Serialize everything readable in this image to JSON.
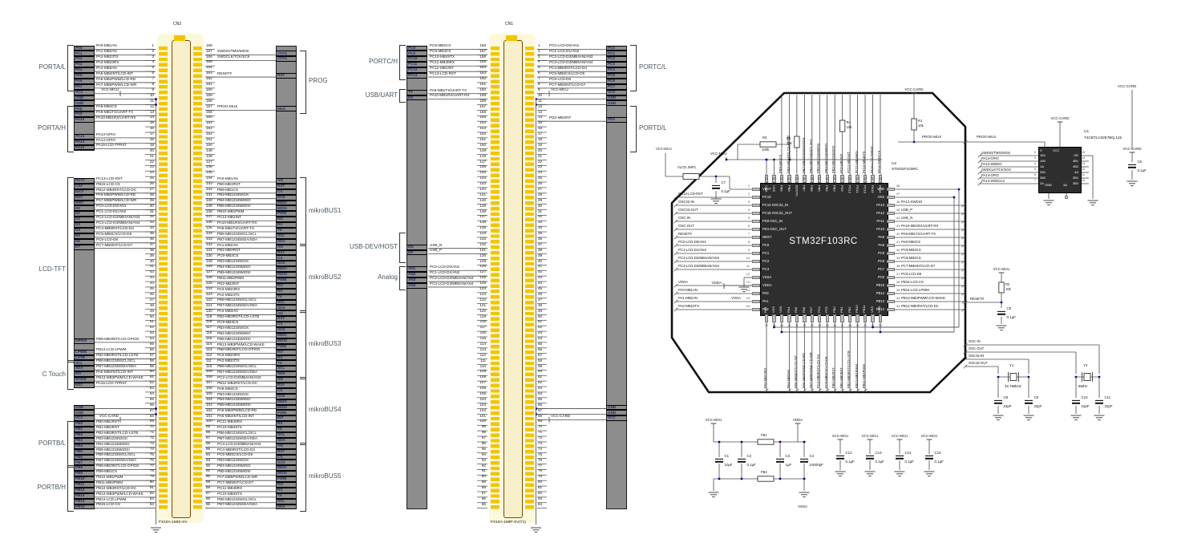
{
  "nets": {
    "vcc_mcu": "VCC-MCU",
    "vcc_card": "VCC-CARD",
    "vdda": "VDDA",
    "vssa": "VSSA",
    "reset": "RESET#",
    "prog_mux": "PROG-MUX",
    "osc_in": "OSC-IN",
    "osc_out": "OSC-OUT",
    "osc32_in": "OSC32-IN",
    "osc32_out": "OSC32-OUT",
    "usb_n": "USB_N",
    "usb_p": "USB_P",
    "vlcd_jumper": "VLCD JMP1"
  },
  "colors": {
    "pad": "#f3c402",
    "connector_body": "#f7f0cb",
    "connector_glow": "#fcf8dc",
    "connector_border": "#7a4a00",
    "strip": "#8d8d8d",
    "cell_text": "#1b2a68",
    "group_text": "#46555e",
    "wire": "#4a4a4a",
    "chip": "#2e2e2e",
    "junction": "#00008b",
    "pin_name_text": "#ffffff"
  },
  "cn2": {
    "name": "CN2",
    "part": "FX10A-168S-SV",
    "left_groups": [
      [
        "PORTA/L",
        1,
        8
      ],
      [
        "PORTA/H",
        12,
        19
      ],
      [
        "LCD-TFT",
        25,
        57
      ],
      [
        "C Touch",
        58,
        62
      ],
      [
        "PORTB/L",
        69,
        76
      ],
      [
        "PORTB/H",
        77,
        84
      ]
    ],
    "right_groups": [
      [
        "PROG",
        2,
        12
      ],
      [
        "mikroBUS1",
        25,
        36
      ],
      [
        "mikroBUS2",
        37,
        48
      ],
      [
        "mikroBUS3",
        49,
        60
      ],
      [
        "mikroBUS4",
        61,
        72
      ],
      [
        "mikroBUS5",
        73,
        84
      ]
    ],
    "left_blocks": [
      [
        1,
        19
      ],
      [
        25,
        62
      ],
      [
        66,
        84
      ]
    ],
    "right_blocks": [
      [
        1,
        84
      ]
    ],
    "taps": [
      {
        "row": 9,
        "label": "VCC-MCU"
      },
      {
        "row": 68,
        "label": "VCC-CARD"
      }
    ],
    "left": [
      [
        1,
        "PA0",
        "PA0-MB1AN"
      ],
      [
        2,
        "PA1",
        "PA1-MB2AN"
      ],
      [
        3,
        "PA2",
        "PA2-MB23TX"
      ],
      [
        4,
        "PA3",
        "PA3-MB23RX"
      ],
      [
        5,
        "PA4",
        "PA4-MB3AN"
      ],
      [
        6,
        "PA5",
        "PA5-MB4INT/LCD-INT"
      ],
      [
        7,
        "PA6",
        "PA6-MB4PWM/LCD-RD"
      ],
      [
        8,
        "PA7",
        "PA7-MB5PWM/LCD-WR"
      ],
      [
        9,
        "VCC",
        ""
      ],
      [
        10,
        "GND",
        ""
      ],
      [
        11,
        "GND",
        ""
      ],
      [
        12,
        "PA8",
        "PA8-MB4CS"
      ],
      [
        13,
        "PA9",
        "PA9-MB1TX/UART-TX"
      ],
      [
        14,
        "PA10",
        "PA10-MB1RX/UART-RX"
      ],
      [
        17,
        "PA13",
        "PA13-GPIO"
      ],
      [
        18,
        "PA14",
        "PA14-GPIO"
      ],
      [
        19,
        "PA15",
        "PA15-LCD-TPRST"
      ],
      [
        25,
        "RST#",
        "PC13-LCD-RST"
      ],
      [
        26,
        "CS#",
        "PB15-LCD-CS"
      ],
      [
        27,
        "D/C#",
        "PB12-MB4RST/LCD-DC"
      ],
      [
        28,
        "RD#",
        "PA6-MB4PWM/LCD-RD"
      ],
      [
        29,
        "WR#",
        "PA7-MB5PWM/LCD-WR"
      ],
      [
        30,
        "D0",
        "PC0-LCD-D0/AN1"
      ],
      [
        31,
        "D1",
        "PC1-LCD-D1/AN2"
      ],
      [
        32,
        "D2",
        "PC2-LCD-D2/MB4AN/AN3"
      ],
      [
        33,
        "D3",
        "PC3-LCD-D3/MB5AN/AN4"
      ],
      [
        34,
        "D4",
        "PC4-MB5RST/LCD-D4"
      ],
      [
        35,
        "D5",
        "PC5-MB5CS/LCD-D5"
      ],
      [
        36,
        "D6",
        "PC6-LCD-D6"
      ],
      [
        37,
        "D7",
        "PC7-MB5INT/LCD-D7"
      ],
      [
        54,
        "GPIO0",
        "PB8-MB3INT/LCD-GPIO0"
      ],
      [
        56,
        "LPWM",
        "PB14-LCD-LPWM"
      ],
      [
        57,
        "LSTB",
        "PB2-MB3RST/LCD-LSTB"
      ],
      [
        58,
        "SCL",
        "PB6-MB12345SCL/SCL"
      ],
      [
        59,
        "SDA",
        "PB7-MB12345SDA/SDA"
      ],
      [
        60,
        "INT",
        "PA5-MB4INT/LCD-INT"
      ],
      [
        61,
        "WAKE",
        "PB13-MB3PWM/LCD-WAKE"
      ],
      [
        62,
        "RST",
        "PA15-LCD-TPRST"
      ],
      [
        66,
        "GND",
        ""
      ],
      [
        67,
        "GND",
        ""
      ],
      [
        68,
        "VCC",
        ""
      ],
      [
        69,
        "PB0",
        "PB0-MB1RST"
      ],
      [
        70,
        "PB1",
        "PB1-MB2RST"
      ],
      [
        71,
        "PB2",
        "PB2-MB3RST/LCD-LSTB"
      ],
      [
        72,
        "PB3",
        "PB3-MB12345SCK"
      ],
      [
        73,
        "PB4",
        "PB4-MB12345MISO"
      ],
      [
        74,
        "PB5",
        "PB5-MB12345MOSI"
      ],
      [
        75,
        "PB6",
        "PB6-MB12345SCL/SCL"
      ],
      [
        76,
        "PB7",
        "PB7-MB12345SDA/SDA"
      ],
      [
        77,
        "PB8",
        "PB8-MB3INT/LCD-GPIO0"
      ],
      [
        78,
        "PB9",
        "PB9-MB1CS"
      ],
      [
        79,
        "PB10",
        "PB10-MB1PWM"
      ],
      [
        80,
        "PB11",
        "PB11-MB2PWM"
      ],
      [
        81,
        "PB12",
        "PB12-MB4RST/LCD-DC"
      ],
      [
        82,
        "PB13",
        "PB13-MB3PWM/LCD-WAKE"
      ],
      [
        83,
        "PB14",
        "PB14-LCD-LPWM"
      ],
      [
        84,
        "PB15",
        "PB15-LCD-CS"
      ]
    ],
    "right": [
      [
        167,
        "SWDIO/TMS/MOSI",
        "JTAG"
      ],
      [
        166,
        "SWDCLK/TCK/SCK",
        "JTAG"
      ],
      [
        163,
        "RESET#",
        "RST"
      ],
      [
        157,
        "PROG-MUX",
        "MUX"
      ],
      [
        144,
        "PA0-MB1AN",
        "AN"
      ],
      [
        143,
        "PB0-MB1RST",
        "RST"
      ],
      [
        142,
        "PB9-MB1CS",
        "CS"
      ],
      [
        141,
        "PB3-MB12345SCK",
        "SCK"
      ],
      [
        140,
        "PB4-MB12345MISO",
        "MISO"
      ],
      [
        139,
        "PB5-MB12345MOSI",
        "MOSI"
      ],
      [
        138,
        "PB10-MB1PWM",
        "PWM"
      ],
      [
        137,
        "PC12-MB1INT",
        "INT"
      ],
      [
        136,
        "PA10-MB1RX/UART-RX",
        "RX"
      ],
      [
        135,
        "PA9-MB1TX/UART-TX",
        "TX"
      ],
      [
        134,
        "PB6-MB12345SCL/SCL",
        "SCL"
      ],
      [
        133,
        "PB7-MB12345SDA/SDA",
        "SDA"
      ],
      [
        132,
        "PA1-MB2AN",
        "AN"
      ],
      [
        131,
        "PB1-MB2RST",
        "RST"
      ],
      [
        130,
        "PC8-MB2CS",
        "CS"
      ],
      [
        129,
        "PB3-MB12345SCK",
        "SCK"
      ],
      [
        128,
        "PB4-MB12345MISO",
        "MISO"
      ],
      [
        127,
        "PB5-MB12345MOSI",
        "MOSI"
      ],
      [
        126,
        "PB11-MB2PWM",
        "PWM"
      ],
      [
        125,
        "PD2-MB2INT",
        "INT"
      ],
      [
        124,
        "PA3-MB23RX",
        "RX"
      ],
      [
        123,
        "PA2-MB23TX",
        "TX"
      ],
      [
        122,
        "PB6-MB12345SCL/SCL",
        "SCL"
      ],
      [
        121,
        "PB7-MB12345SDA/SDA",
        "SDA"
      ],
      [
        120,
        "PA4-MB3AN",
        "AN"
      ],
      [
        119,
        "PB2-MB3RST/LCD-LSTB",
        "RST"
      ],
      [
        118,
        "PC9-MB3CS",
        "CS"
      ],
      [
        117,
        "PB3-MB12345SCK",
        "SCK"
      ],
      [
        116,
        "PB4-MB12345MISO",
        "MISO"
      ],
      [
        115,
        "PB5-MB12345MOSI",
        "MOSI"
      ],
      [
        114,
        "PB13-MB3PWM/LCD-WAKE",
        "PWM"
      ],
      [
        113,
        "PB8-MB3INT/LCD-GPIO0",
        "INT"
      ],
      [
        112,
        "PA3-MB23RX",
        "RX"
      ],
      [
        111,
        "PA2-MB23TX",
        "TX"
      ],
      [
        110,
        "PB6-MB12345SCL/SCL",
        "SCL"
      ],
      [
        109,
        "PB7-MB12345SDA/SDA",
        "SDA"
      ],
      [
        108,
        "PC2-LCD-D2/MB4AN/AN3",
        "AN"
      ],
      [
        107,
        "PB12-MB4RST/LCD-DC",
        "RST"
      ],
      [
        106,
        "PA8-MB4CS",
        "CS"
      ],
      [
        105,
        "PB3-MB12345SCK",
        "SCK"
      ],
      [
        104,
        "PB4-MB12345MISO",
        "MISO"
      ],
      [
        103,
        "PB5-MB12345MOSI",
        "MOSI"
      ],
      [
        102,
        "PA6-MB4PWM/LCD-RD",
        "PWM"
      ],
      [
        101,
        "PA5-MB4INT/LCD-INT",
        "INT"
      ],
      [
        100,
        "PC11-MB45RX",
        "RX"
      ],
      [
        99,
        "PC10-MB45TX",
        "TX"
      ],
      [
        98,
        "PB6-MB12345SCL/SCL",
        "SCL"
      ],
      [
        97,
        "PB7-MB12345SDA/SDA",
        "SDA"
      ],
      [
        96,
        "PC3-LCD-D3/MB5AN/AN4",
        "AN"
      ],
      [
        95,
        "PC4-MB5RST/LCD-D4",
        "RST"
      ],
      [
        94,
        "PC5-MB5CS/LCD-D5",
        "CS"
      ],
      [
        93,
        "PB3-MB12345SCK",
        "SCK"
      ],
      [
        92,
        "PB4-MB12345MISO",
        "MISO"
      ],
      [
        91,
        "PB5-MB12345MOSI",
        "MOSI"
      ],
      [
        90,
        "PA7-MB5PWM/LCD-WR",
        "PWM"
      ],
      [
        89,
        "PC7-MB5INT/LCD-D7",
        "INT"
      ],
      [
        88,
        "PC11-MB45RX",
        "RX"
      ],
      [
        87,
        "PC10-MB45TX",
        "TX"
      ],
      [
        86,
        "PB6-MB12345SCL/SCL",
        "SCL"
      ],
      [
        85,
        "PB7-MB12345SDA/SDA",
        "SDA"
      ]
    ]
  },
  "cn1": {
    "name": "CN1",
    "part": "FX10A-168P-SV(71)",
    "left_groups": [
      [
        "PORTC/H",
        1,
        6
      ],
      [
        "USB/UART",
        9,
        10
      ],
      [
        "USB-DEV/HOST",
        35,
        39
      ],
      [
        "Analog",
        41,
        44
      ]
    ],
    "right_groups": [
      [
        "PORTC/L",
        1,
        8
      ],
      [
        "PORTD/L",
        12,
        19
      ]
    ],
    "left_blocks": [
      [
        1,
        84
      ]
    ],
    "right_blocks": [
      [
        1,
        84
      ]
    ],
    "taps": [
      {
        "row": 9,
        "label": "VCC-MCU"
      },
      {
        "row": 68,
        "label": "VCC-CARD"
      }
    ],
    "left": [
      [
        168,
        "PC8",
        "PC8-MB2CS"
      ],
      [
        167,
        "PC9",
        "PC9-MB3CS"
      ],
      [
        166,
        "PC10",
        "PC10-MB45TX"
      ],
      [
        165,
        "PC11",
        "PC11-MB45RX"
      ],
      [
        164,
        "PC12",
        "PC12-MB1INT"
      ],
      [
        163,
        "PC13",
        "PC13-LCD-RST"
      ],
      [
        160,
        "TX",
        "PA9-MB1TX/UART-TX"
      ],
      [
        159,
        "RX",
        "PA10-MB1RX/UART-RX"
      ],
      [
        132,
        "DN",
        "USB_N"
      ],
      [
        131,
        "DP",
        "USB_P"
      ],
      [
        128,
        "AN1",
        "PC0-LCD-D0/AN1"
      ],
      [
        127,
        "AN2",
        "PC1-LCD-D1/AN2"
      ],
      [
        126,
        "AN3",
        "PC2-LCD-D2/MB4AN/AN3"
      ],
      [
        125,
        "AN4",
        "PC3-LCD-D3/MB5AN/AN4"
      ]
    ],
    "right": [
      [
        1,
        "PC0-LCD-D0/AN1",
        "PC0"
      ],
      [
        2,
        "PC1-LCD-D1/AN2",
        "PC1"
      ],
      [
        3,
        "PC2-LCD-D2/MB4AN/AN3",
        "PC2"
      ],
      [
        4,
        "PC3-LCD-D3/MB5AN/AN4",
        "PC3"
      ],
      [
        5,
        "PC4-MB5RST/LCD-D4",
        "PC4"
      ],
      [
        6,
        "PC5-MB5CS/LCD-D5",
        "PC5"
      ],
      [
        7,
        "PC6-LCD-D6",
        "PC6"
      ],
      [
        8,
        "PC7-MB5INT/LCD-D7",
        "PC7"
      ],
      [
        9,
        "",
        "VCC"
      ],
      [
        10,
        "",
        "GND"
      ],
      [
        11,
        "",
        "GND"
      ],
      [
        14,
        "PD2-MB2INT",
        "PD2"
      ],
      [
        66,
        "",
        "GND"
      ],
      [
        67,
        "",
        "GND"
      ],
      [
        68,
        "",
        "VCC"
      ]
    ]
  },
  "mcu": {
    "ref": "U2",
    "part": "STM32F103RC",
    "name": "STM32F103RC",
    "left": [
      [
        "VBAT",
        ""
      ],
      [
        "PC13",
        "PC13-LCD-RST"
      ],
      [
        "PC14-OSC32_IN",
        "OSC32-IN"
      ],
      [
        "PC15-OSC32_OUT",
        "OSC32-OUT"
      ],
      [
        "PD0-OSC_IN",
        "OSC-IN"
      ],
      [
        "PD1-OSC_OUT",
        "OSC-OUT"
      ],
      [
        "NRST",
        "RESET#"
      ],
      [
        "PC0",
        "PC0-LCD-D0/AN1"
      ],
      [
        "PC1",
        "PC1-LCD-D1/AN2"
      ],
      [
        "PC2",
        "PC2-LCD-D2/MB4AN/AN3"
      ],
      [
        "PC3",
        "PC3-LCD-D3/MB5AN/AN4"
      ],
      [
        "VSSA",
        ""
      ],
      [
        "VDDA",
        "VDDA"
      ],
      [
        "PA0",
        "PA0-MB1AN"
      ],
      [
        "PA1",
        "PA1-MB2AN"
      ],
      [
        "PA2",
        "PA2-MB23TX"
      ]
    ],
    "right": [
      [
        48,
        "VDD",
        ""
      ],
      [
        47,
        "VSS",
        ""
      ],
      [
        46,
        "PA13",
        "PA13-SWDIO"
      ],
      [
        45,
        "PA12",
        "USB_P"
      ],
      [
        44,
        "PA11",
        "USB_N"
      ],
      [
        43,
        "PA10",
        "PA10-MB1RX/UART-RX"
      ],
      [
        42,
        "PA9",
        "PA9-MB1TX/UART-TX"
      ],
      [
        41,
        "PA8",
        "PA8-MB4CS"
      ],
      [
        40,
        "PC9",
        "PC9-MB3CS"
      ],
      [
        39,
        "PC8",
        "PC8-MB2CS"
      ],
      [
        38,
        "PC7",
        "PC7-MB5INT/LCD-D7"
      ],
      [
        37,
        "PC6",
        "PC6-LCD-D6"
      ],
      [
        36,
        "PB15",
        "PB15-LCD-CS"
      ],
      [
        35,
        "PB14",
        "PB14-LCD-LPWM"
      ],
      [
        34,
        "PB13",
        "PB13-MB3PWM/LCD-WAKE"
      ],
      [
        33,
        "PB12",
        "PB12-MB4RST/LCD-DC"
      ]
    ],
    "top_pins": [
      "VDD",
      "VSS",
      "PB9",
      "PB8",
      "BOOT0",
      "PB7",
      "PB6",
      "PB5",
      "PB4",
      "PB3",
      "PD2",
      "PC12",
      "PC11",
      "PC10",
      "PA15",
      "PA14"
    ],
    "top_labels": {
      "2": "PB9-MB1CS",
      "3": "PB8-MB3INT/LCD-GPIO0",
      "5": "PB7-MB12345SDA/SDA",
      "6": "PB6-MB12345SCL/SCL",
      "7": "PB5-MB12345MOSI",
      "8": "PB4-MB12345MISO",
      "9": "PB3-MB12345SCK",
      "10": "PD2-MB2INT",
      "11": "PC12-MB1INT",
      "12": "PC11-MB45RX",
      "13": "PC10-MB45TX",
      "14": "PA15-LCD-TPRST",
      "15": "PA14-SWDCLK"
    },
    "bottom_pins": [
      "PA3",
      "VSS",
      "VDD",
      "PA4",
      "PA5",
      "PA6",
      "PA7",
      "PC4",
      "PC5",
      "PB0",
      "PB1",
      "PB2",
      "PB10",
      "PB11",
      "VSS",
      "VDD"
    ],
    "bottom_labels": {
      "0": "PA3-MB23RX",
      "3": "PA4-MB3AN",
      "4": "PA5-MB4INT/LCD-INT",
      "5": "PA6-MB4PWM/LCD-RD",
      "6": "PA7-MB5PWM/LCD-WR",
      "7": "PC4-MB5RST/LCD-D4",
      "8": "PC5-MB5CS/LCD-D5",
      "9": "PB0-MB1RST",
      "10": "PB1-MB2RST",
      "11": "PB2-MB3RST/LCD-LSTB",
      "12": "PB10-MB1PWM",
      "13": "PB11-MB2PWM"
    }
  },
  "u1": {
    "ref": "U1",
    "part": "74CBTLV3257BQ,115",
    "left": [
      [
        2,
        "1B1",
        "SWDIO/TMS/MOSI"
      ],
      [
        3,
        "1B2",
        "PA13-GPIO"
      ],
      [
        4,
        "1A",
        "PA13-SWDIO"
      ],
      [
        5,
        "2B1",
        "SWDCLK/TCK/SCK"
      ],
      [
        6,
        "2B2",
        "PA14-GPIO"
      ],
      [
        7,
        "2A",
        "PA14-SWDCLK"
      ]
    ],
    "right": [
      [
        15,
        "OE"
      ],
      [
        14,
        "4B1"
      ],
      [
        13,
        "4B2"
      ],
      [
        12,
        "4A"
      ],
      [
        11,
        "3B1"
      ],
      [
        10,
        "3B2"
      ]
    ],
    "s_pin": "S",
    "vcc_pin": "VCC",
    "gnd_pin": "GND",
    "a3_pin": "3A"
  },
  "components": {
    "resistors": [
      {
        "id": "R1",
        "val": "10k"
      },
      {
        "id": "R2",
        "val": "10k"
      },
      {
        "id": "R3",
        "val": "100k"
      },
      {
        "id": "R4",
        "val": "10k"
      },
      {
        "id": "R5",
        "val": "10k"
      }
    ],
    "capacitors": [
      {
        "id": "C1",
        "val": "10µF"
      },
      {
        "id": "C2",
        "val": "0.1µF"
      },
      {
        "id": "C3",
        "val": "1µF"
      },
      {
        "id": "C4",
        "val": "10000pF"
      },
      {
        "id": "C5",
        "val": "0.1µF"
      },
      {
        "id": "C6",
        "val": "0.1µF"
      },
      {
        "id": "C7",
        "val": "0.1µF"
      },
      {
        "id": "C8",
        "val": "22pF"
      },
      {
        "id": "C9",
        "val": "22pF"
      },
      {
        "id": "C10",
        "val": "22pF"
      },
      {
        "id": "C11",
        "val": "22pF"
      },
      {
        "id": "C12",
        "val": "0.1µF"
      },
      {
        "id": "C13",
        "val": "0.1µF"
      },
      {
        "id": "C14",
        "val": "0.1µF"
      },
      {
        "id": "C15",
        "val": "0.1µF"
      }
    ],
    "crystals": [
      {
        "id": "Y1",
        "val": "32.768kHz"
      },
      {
        "id": "Y2",
        "val": "8MHz"
      }
    ],
    "ferrites": [
      {
        "id": "FB1"
      },
      {
        "id": "FB2"
      }
    ]
  }
}
